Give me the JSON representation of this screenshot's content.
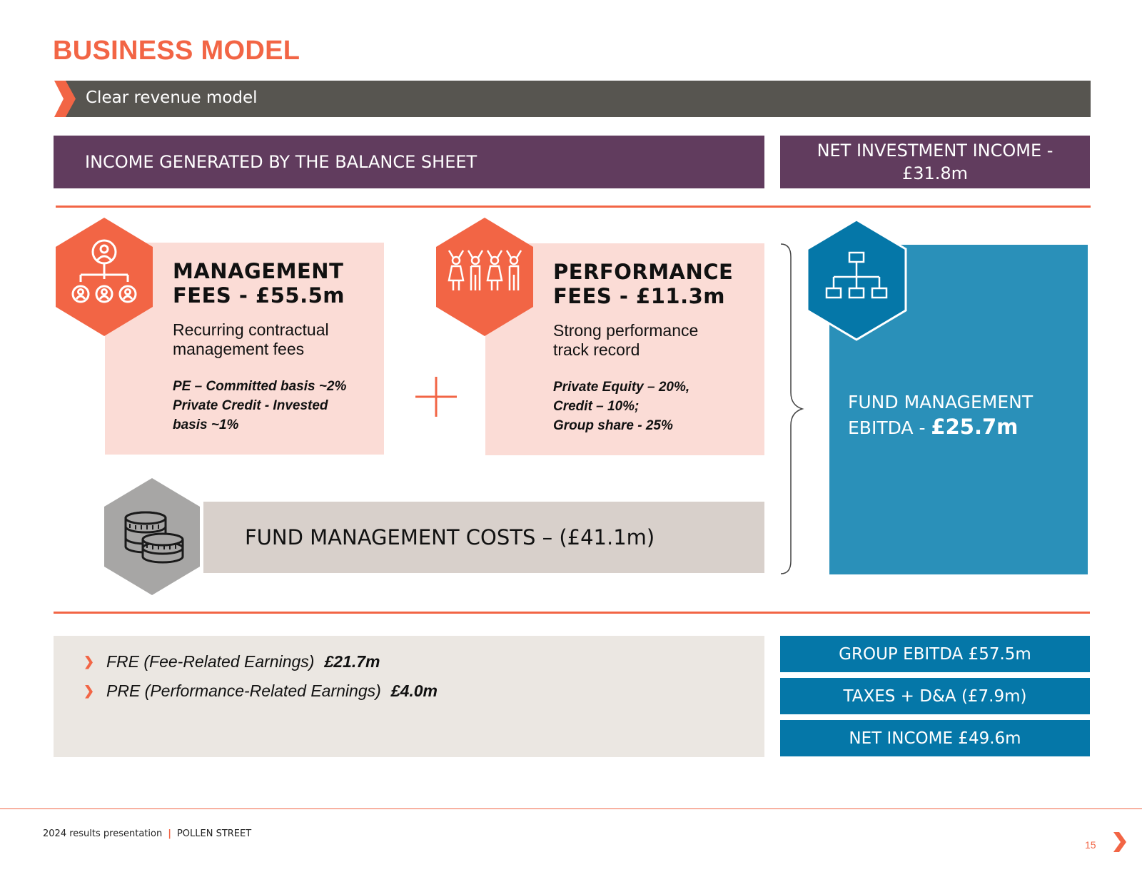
{
  "slide": {
    "title": "BUSINESS MODEL",
    "subtitle": "Clear revenue model"
  },
  "header": {
    "income_label": "INCOME GENERATED BY THE BALANCE SHEET",
    "net_investment_income": "NET INVESTMENT INCOME - £31.8m"
  },
  "management_fees": {
    "icon": "organization-people-icon",
    "title_line1": "MANAGEMENT",
    "title_line2": "FEES - £55.5m",
    "desc_line1": "Recurring contractual",
    "desc_line2": "management fees",
    "detail_line1": "PE – Committed basis ~2%",
    "detail_line2": "Private Credit - Invested",
    "detail_line3": "basis ~1%"
  },
  "plus_sign": "+",
  "performance_fees": {
    "icon": "celebrating-people-icon",
    "title_line1": "PERFORMANCE",
    "title_line2": "FEES - £11.3m",
    "desc_line1": "Strong performance",
    "desc_line2": "track record",
    "detail_line1": "Private Equity – 20%,",
    "detail_line2": "Credit – 10%;",
    "detail_line3": "Group share - 25%"
  },
  "costs": {
    "icon": "coins-icon",
    "label": "FUND MANAGEMENT COSTS – (£41.1m)"
  },
  "fund_ebitda": {
    "icon": "hierarchy-chart-icon",
    "label_line1": "FUND MANAGEMENT",
    "label_line2": "EBITDA - ",
    "value": "£25.7m"
  },
  "earnings": [
    {
      "label": "FRE (Fee-Related Earnings)",
      "value": "£21.7m"
    },
    {
      "label": "PRE (Performance-Related Earnings)",
      "value": "£4.0m"
    }
  ],
  "summary": {
    "group_ebitda": "GROUP EBITDA £57.5m",
    "taxes": "TAXES + D&A (£7.9m)",
    "net_income": "NET INCOME £49.6m"
  },
  "footer": {
    "presentation": "2024 results presentation",
    "separator": "|",
    "company": "POLLEN STREET",
    "page_number": "15"
  },
  "colors": {
    "accent": "#f26545",
    "purple": "#613c5e",
    "dark_grey": "#575550",
    "blue": "#0577a8",
    "ebitda_blue": "#2a90b9",
    "pink": "#fbdcd6"
  }
}
